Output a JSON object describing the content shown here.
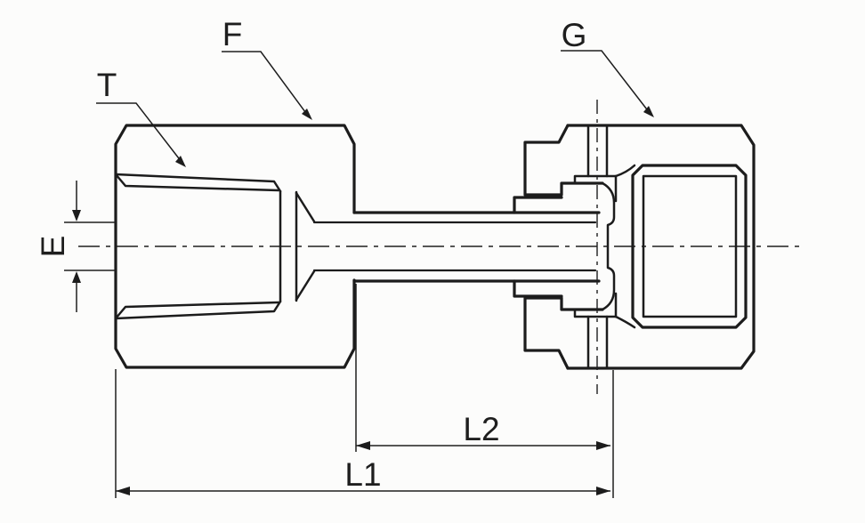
{
  "figure": {
    "kind": "technical line drawing of a tube fitting (section view)",
    "labels": {
      "taper_thread": "T",
      "body": "F",
      "nut": "G",
      "bore": "E",
      "length_overall": "L1",
      "length_nut_end": "L2"
    },
    "colors": {
      "line": "#1c1c1c",
      "background": "#fcfcfb"
    }
  }
}
